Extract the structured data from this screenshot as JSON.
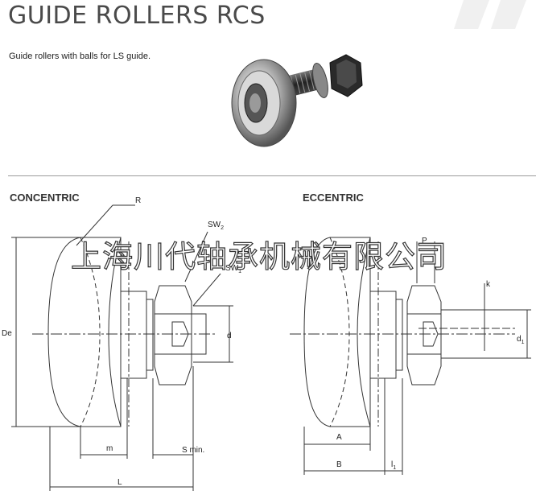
{
  "header": {
    "title": "GUIDE ROLLERS RCS",
    "subtitle": "Guide rollers with balls for LS guide."
  },
  "sections": {
    "concentric": "CONCENTRIC",
    "eccentric": "ECCENTRIC"
  },
  "watermark": "上海川代轴承机械有限公司",
  "concentric_labels": {
    "R": "R",
    "SW2": "SW",
    "SW2_sub": "2",
    "SW1": "SW",
    "SW1_sub": "1",
    "De": "De",
    "d": "d",
    "m": "m",
    "Smin": "S min.",
    "L": "L"
  },
  "eccentric_labels": {
    "P": "P",
    "k": "k",
    "d1": "d",
    "d1_sub": "1",
    "A": "A",
    "B": "B",
    "l1": "l",
    "l1_sub": "1"
  },
  "colors": {
    "text": "#222222",
    "rule": "#9a9a9a",
    "drawing": "#333333"
  }
}
